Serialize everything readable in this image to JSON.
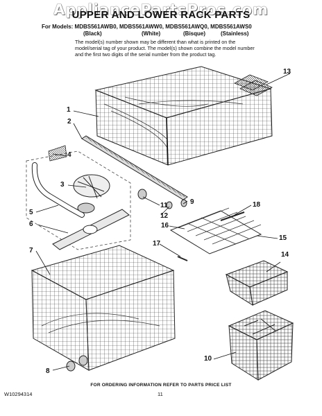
{
  "watermark": "AppliancePartsPros.com",
  "title": "UPPER AND LOWER RACK PARTS",
  "models_line": "For Models: MDBS561AWB0, MDBS561AWW0, MDBS561AWQ0, MDBS561AWS0",
  "colors": [
    "(Black)",
    "(White)",
    "(Bisque)",
    "(Stainless)"
  ],
  "note": "The model(s) number shown may be different than what is printed on the model/serial tag of your product. The model(s) shown combine the model number and the first two digits of the serial number from the product tag.",
  "part_labels": [
    "1",
    "2",
    "3",
    "4",
    "5",
    "6",
    "7",
    "8",
    "9",
    "10",
    "11",
    "12",
    "13",
    "14",
    "15",
    "16",
    "17",
    "18"
  ],
  "footer": "FOR ORDERING INFORMATION REFER TO PARTS PRICE LIST",
  "doc_number": "W10294314",
  "page_number": "11"
}
